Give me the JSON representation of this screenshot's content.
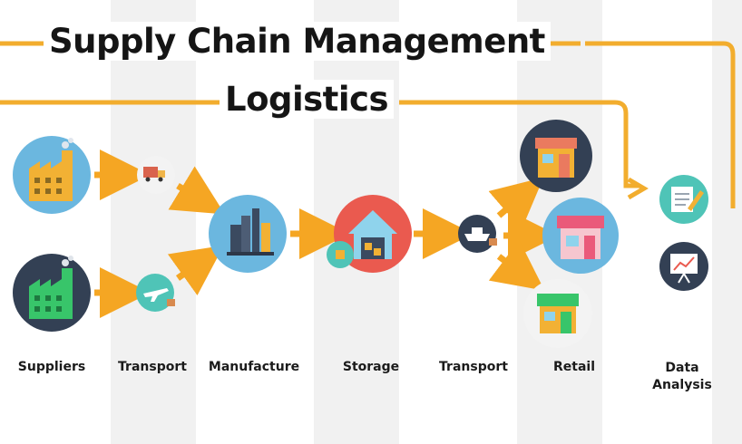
{
  "title": "Supply Chain Management",
  "subtitle": "Logistics",
  "stages": [
    {
      "id": "suppliers",
      "label": "Suppliers"
    },
    {
      "id": "transport-1",
      "label": "Transport"
    },
    {
      "id": "manufacture",
      "label": "Manufacture"
    },
    {
      "id": "storage",
      "label": "Storage"
    },
    {
      "id": "transport-2",
      "label": "Transport"
    },
    {
      "id": "retail",
      "label": "Retail"
    },
    {
      "id": "data-analysis",
      "label_line1": "Data",
      "label_line2": "Analysis"
    }
  ],
  "colors": {
    "line": "#f2ad2e",
    "arrow": "#f5a623",
    "icon_blue": "#6bb7df",
    "icon_dark": "#334054",
    "icon_red": "#ea5a4f",
    "icon_teal": "#4fc4b7",
    "stripe": "#f1f1f1"
  }
}
